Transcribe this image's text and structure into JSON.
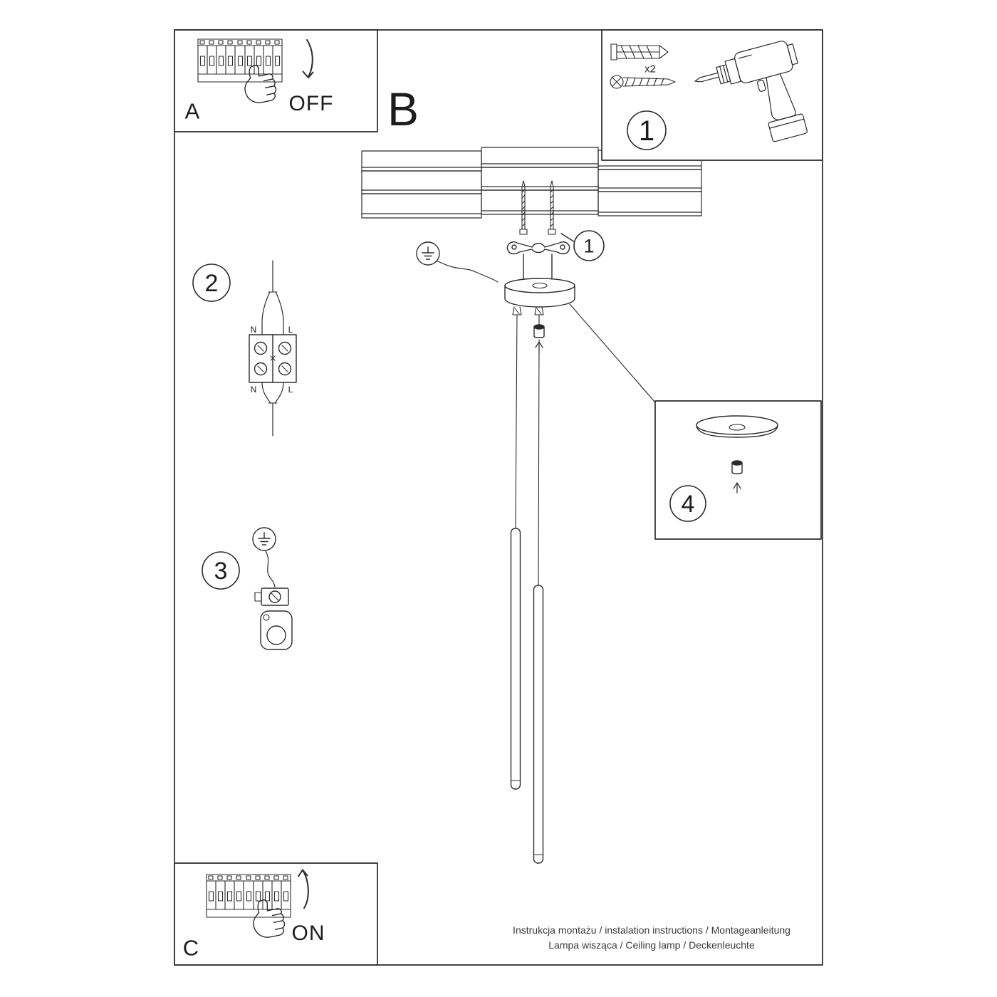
{
  "document": {
    "footer": {
      "line1": "Instrukcja montażu / instalation instructions / Montageanleitung",
      "line2": "Lampa wisząca / Ceiling lamp / Deckenleuchte"
    }
  },
  "sections": {
    "a": {
      "label": "A",
      "switch_state": "OFF"
    },
    "b": {
      "label": "B"
    },
    "c": {
      "label": "C",
      "switch_state": "ON"
    }
  },
  "steps": {
    "s1": "1",
    "s1_ref": "1",
    "s2": "2",
    "s3": "3",
    "s4": "4"
  },
  "hardware": {
    "anchor_quantity": "x2"
  },
  "wiring": {
    "neutral": "N",
    "live": "L"
  },
  "colors": {
    "ink": "#2b2b2b",
    "paper": "#ffffff"
  }
}
